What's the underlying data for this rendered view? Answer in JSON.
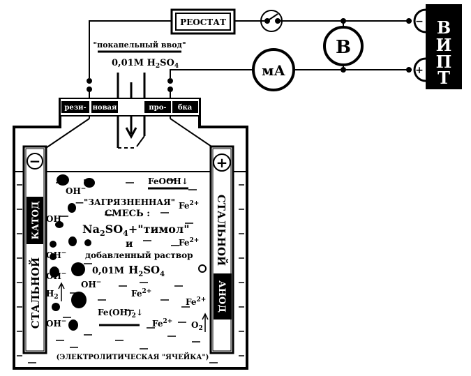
{
  "labels": {
    "rheostat": "РЕОСТАТ",
    "voltmeter": "В",
    "milliammeter": "мА",
    "power_minus": "−",
    "power_plus": "+",
    "power_letters": [
      "В",
      "И",
      "П",
      "Т"
    ],
    "drip_input": "\"покапельный ввод\"",
    "acid_conc": "0,01М Н",
    "acid_sub2": "2",
    "acid_so": "SO",
    "acid_sub4": "4",
    "stopper": [
      "рези-",
      "новая",
      "про-",
      "бка"
    ],
    "cathode_minus": "−",
    "anode_plus": "+",
    "cathode_steel": "СТАЛЬНОЙ",
    "cathode_word": "КАТОД",
    "anode_steel": "СТАЛЬНОЙ",
    "anode_word": "АНОД",
    "feooh": "FeOOH↓",
    "dirty": "—\"ЗАГРЯЗНЕННАЯ\"",
    "mixture": "СМЕСЬ :",
    "na2so4": "Na",
    "na_sub2": "2",
    "na_so": "SO",
    "na_sub4": "4",
    "timol": "+\"тимол\"",
    "and": "и",
    "added": "добавленный раствор",
    "acid2": "0,01М",
    "acid2_h": "Н",
    "acid2_sub2": "2",
    "acid2_so": "SO",
    "acid2_sub4": "4",
    "feoh2": "Fe(OH)",
    "feoh2_sub": "2",
    "feoh2_arrow": "↓",
    "oh": "OH",
    "oh_sup": "−",
    "fe": "Fe",
    "fe_sup": "2+",
    "h2": "H",
    "h2_sub": "2",
    "o2": "O",
    "o2_sub": "2",
    "cell_caption": "(ЭЛЕКТРОЛИТИЧЕСКАЯ \"ЯЧЕЙКА\")"
  }
}
